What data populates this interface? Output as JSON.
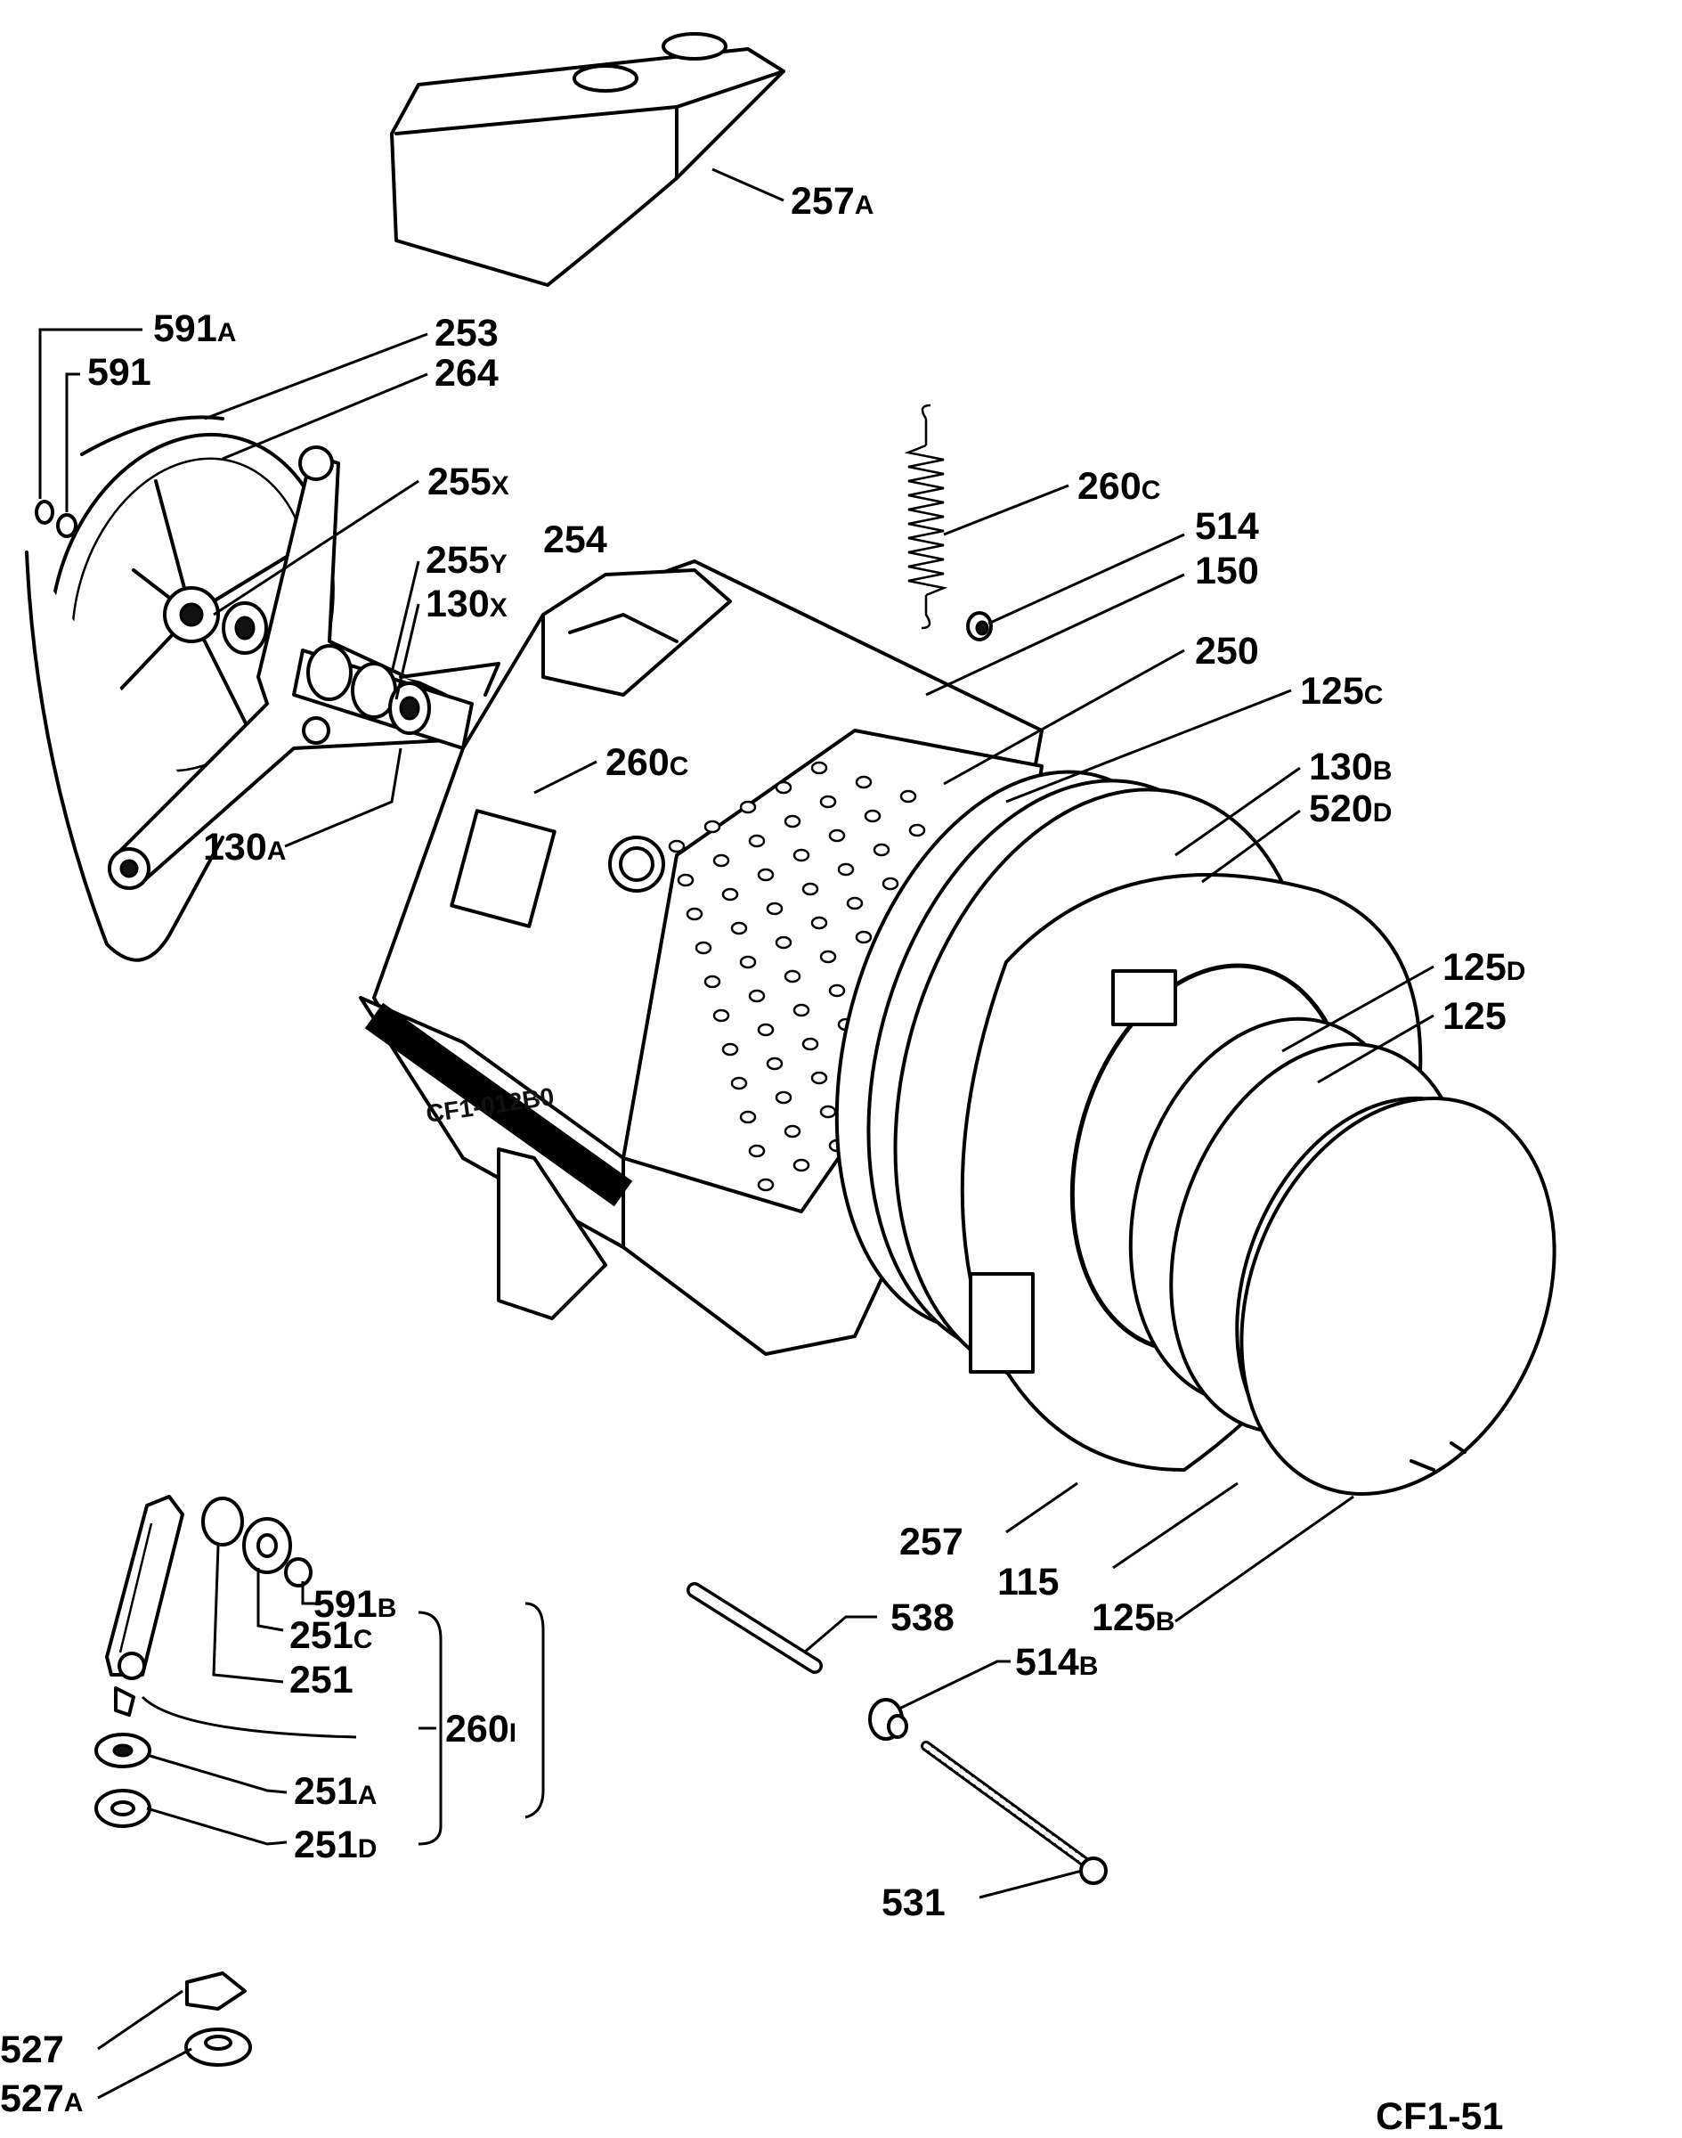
{
  "diagram": {
    "drawing_code": "CF1-51",
    "drum_stamp": "CF1-012B0",
    "labels": [
      {
        "id": "257A",
        "num": "257",
        "sfx": "A"
      },
      {
        "id": "591A",
        "num": "591",
        "sfx": "A"
      },
      {
        "id": "591",
        "num": "591",
        "sfx": ""
      },
      {
        "id": "253",
        "num": "253",
        "sfx": ""
      },
      {
        "id": "264",
        "num": "264",
        "sfx": ""
      },
      {
        "id": "255X",
        "num": "255",
        "sfx": "X"
      },
      {
        "id": "254",
        "num": "254",
        "sfx": ""
      },
      {
        "id": "255Y",
        "num": "255",
        "sfx": "Y"
      },
      {
        "id": "130X",
        "num": "130",
        "sfx": "X"
      },
      {
        "id": "260C-top",
        "num": "260",
        "sfx": "C"
      },
      {
        "id": "514",
        "num": "514",
        "sfx": ""
      },
      {
        "id": "150",
        "num": "150",
        "sfx": ""
      },
      {
        "id": "250",
        "num": "250",
        "sfx": ""
      },
      {
        "id": "125C",
        "num": "125",
        "sfx": "C"
      },
      {
        "id": "260C-mid",
        "num": "260",
        "sfx": "C"
      },
      {
        "id": "130B",
        "num": "130",
        "sfx": "B"
      },
      {
        "id": "520D",
        "num": "520",
        "sfx": "D"
      },
      {
        "id": "130A",
        "num": "130",
        "sfx": "A"
      },
      {
        "id": "125D",
        "num": "125",
        "sfx": "D"
      },
      {
        "id": "125",
        "num": "125",
        "sfx": ""
      },
      {
        "id": "257",
        "num": "257",
        "sfx": ""
      },
      {
        "id": "115",
        "num": "115",
        "sfx": ""
      },
      {
        "id": "125B",
        "num": "125",
        "sfx": "B"
      },
      {
        "id": "591B",
        "num": "591",
        "sfx": "B"
      },
      {
        "id": "251C",
        "num": "251",
        "sfx": "C"
      },
      {
        "id": "251",
        "num": "251",
        "sfx": ""
      },
      {
        "id": "260I",
        "num": "260",
        "sfx": "I"
      },
      {
        "id": "251A",
        "num": "251",
        "sfx": "A"
      },
      {
        "id": "251D",
        "num": "251",
        "sfx": "D"
      },
      {
        "id": "538",
        "num": "538",
        "sfx": ""
      },
      {
        "id": "514B",
        "num": "514",
        "sfx": "B"
      },
      {
        "id": "531",
        "num": "531",
        "sfx": ""
      },
      {
        "id": "527",
        "num": "527",
        "sfx": ""
      },
      {
        "id": "527A",
        "num": "527",
        "sfx": "A"
      }
    ]
  }
}
